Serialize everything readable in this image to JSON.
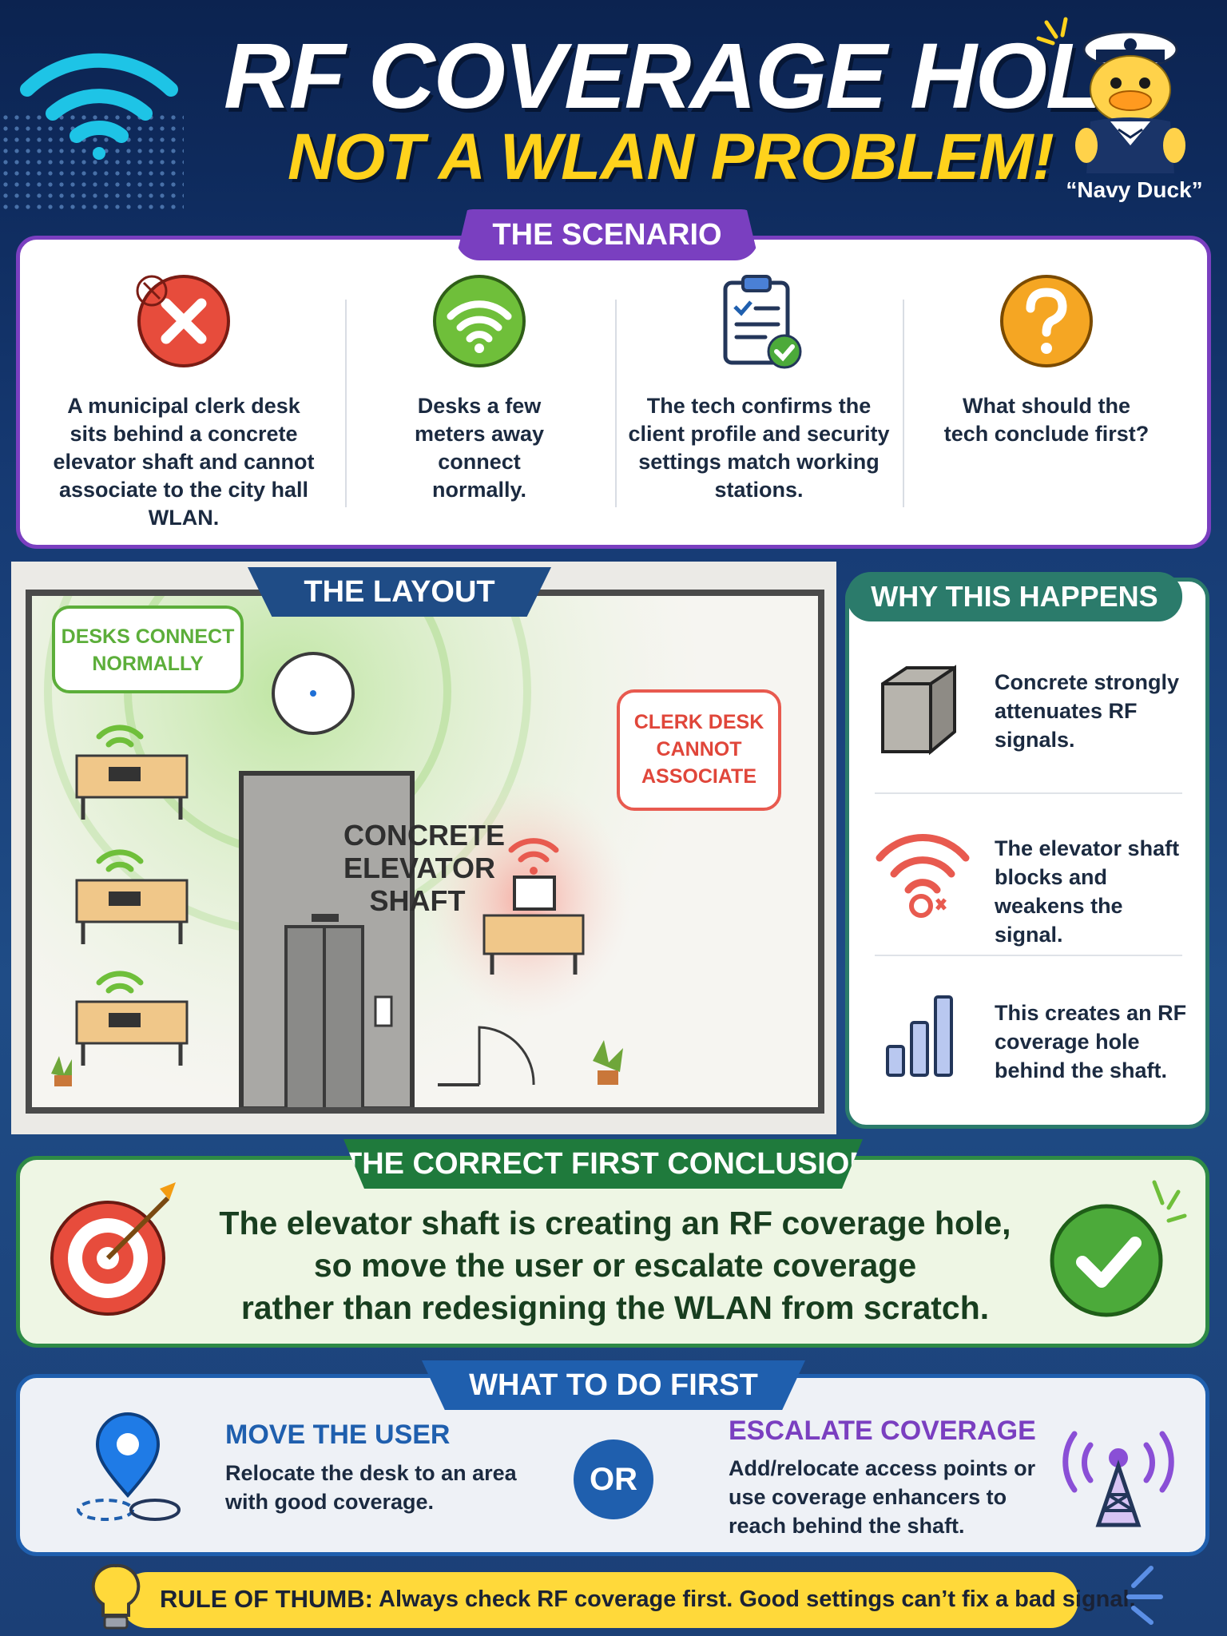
{
  "header": {
    "title": "RF COVERAGE HOLE",
    "subtitle": "NOT A WLAN PROBLEM!",
    "mascot_caption": "“Navy Duck”"
  },
  "scenario": {
    "heading": "THE SCENARIO",
    "items": [
      {
        "icon": "x-circle-icon",
        "text": "A municipal clerk desk sits behind a concrete elevator shaft and cannot associate to the city hall WLAN."
      },
      {
        "icon": "wifi-icon",
        "text": "Desks a few meters away connect normally."
      },
      {
        "icon": "clipboard-check-icon",
        "text": "The tech confirms the client profile and security settings match working stations."
      },
      {
        "icon": "question-icon",
        "text": "What should the tech conclude first?"
      }
    ]
  },
  "layout": {
    "heading": "THE LAYOUT",
    "desks_bubble": "DESKS CONNECT NORMALLY",
    "clerk_bubble": "CLERK DESK CANNOT ASSOCIATE",
    "shaft_label": "CONCRETE ELEVATOR SHAFT"
  },
  "why": {
    "heading": "WHY THIS HAPPENS",
    "items": [
      {
        "icon": "concrete-block-icon",
        "text": "Concrete strongly attenuates RF signals."
      },
      {
        "icon": "weak-wifi-icon",
        "text": "The elevator shaft blocks and weakens the signal."
      },
      {
        "icon": "signal-bars-icon",
        "text": "This creates an RF coverage hole behind the shaft."
      }
    ]
  },
  "conclusion": {
    "heading": "THE CORRECT FIRST CONCLUSION",
    "lines": [
      "The elevator shaft is creating an RF coverage hole,",
      "so move the user or escalate coverage",
      "rather than redesigning the WLAN from scratch."
    ]
  },
  "actions": {
    "heading": "WHAT TO DO FIRST",
    "move": {
      "title": "MOVE THE USER",
      "text": "Relocate the desk to an area with good coverage."
    },
    "or_label": "OR",
    "escalate": {
      "title": "ESCALATE COVERAGE",
      "text": "Add/relocate access points or use coverage enhancers to reach behind the shaft."
    }
  },
  "rule": {
    "label": "RULE OF THUMB:",
    "text": "Always check RF coverage first. Good settings can’t fix a bad signal."
  },
  "colors": {
    "navy": "#0e2a5c",
    "purple": "#7a3fc0",
    "teal": "#2b7b6b",
    "green": "#2e8a46",
    "blue": "#1f5fae",
    "yellow": "#ffd21c",
    "red": "#e85a4f"
  }
}
